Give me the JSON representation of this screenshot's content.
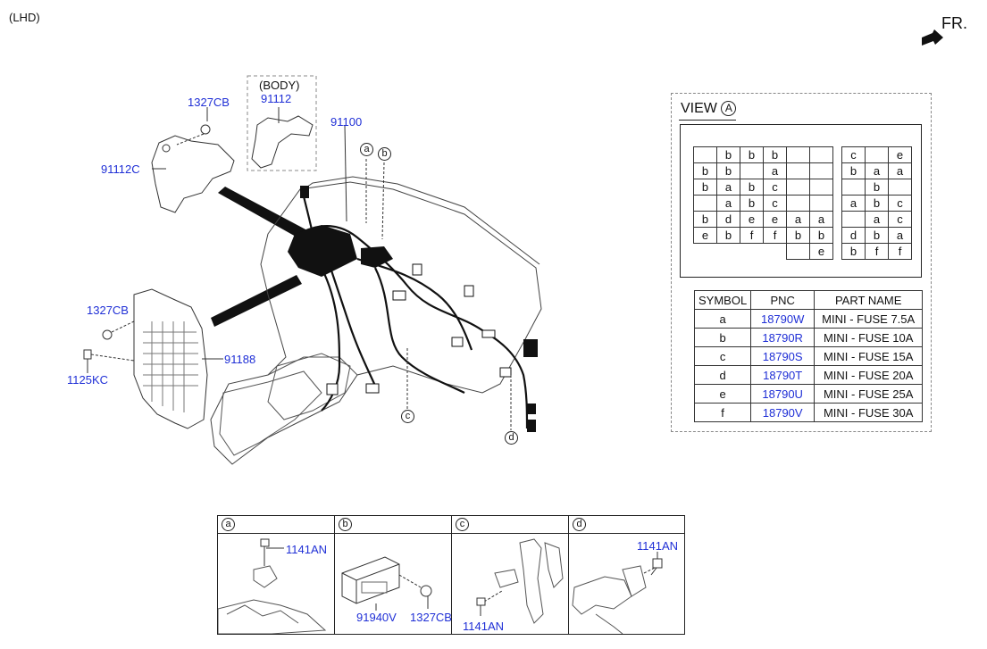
{
  "header": {
    "lhd": "(LHD)",
    "front": "FR."
  },
  "labels": {
    "body": "(BODY)",
    "p91112": "91112",
    "p1327cb_top": "1327CB",
    "p91112c": "91112C",
    "p91100": "91100",
    "p1327cb_mid": "1327CB",
    "p91188": "91188",
    "p1125kc": "1125KC",
    "callout_a": "a",
    "callout_b": "b",
    "callout_c": "c",
    "callout_d": "d"
  },
  "view": {
    "title": "VIEW",
    "marker": "A",
    "grid_left": [
      [
        "",
        "b",
        "b",
        "b",
        "",
        ""
      ],
      [
        "b",
        "b",
        "",
        "a",
        "",
        ""
      ],
      [
        "b",
        "a",
        "b",
        "c",
        "",
        ""
      ],
      [
        "",
        "a",
        "b",
        "c",
        "",
        ""
      ],
      [
        "b",
        "d",
        "e",
        "e",
        "a",
        "a"
      ],
      [
        "e",
        "b",
        "f",
        "f",
        "b",
        "b"
      ],
      [
        "",
        "",
        "",
        "",
        "",
        "e"
      ]
    ],
    "grid_right": [
      [
        "c",
        "",
        "e"
      ],
      [
        "b",
        "a",
        "a"
      ],
      [
        "",
        "b",
        ""
      ],
      [
        "a",
        "b",
        "c"
      ],
      [
        "",
        "a",
        "c"
      ],
      [
        "d",
        "b",
        "a"
      ],
      [
        "b",
        "f",
        "f"
      ]
    ],
    "table_headers": [
      "SYMBOL",
      "PNC",
      "PART NAME"
    ],
    "table_rows": [
      {
        "symbol": "a",
        "pnc": "18790W",
        "name": "MINI - FUSE 7.5A"
      },
      {
        "symbol": "b",
        "pnc": "18790R",
        "name": "MINI - FUSE 10A"
      },
      {
        "symbol": "c",
        "pnc": "18790S",
        "name": "MINI - FUSE 15A"
      },
      {
        "symbol": "d",
        "pnc": "18790T",
        "name": "MINI - FUSE 20A"
      },
      {
        "symbol": "e",
        "pnc": "18790U",
        "name": "MINI - FUSE 25A"
      },
      {
        "symbol": "f",
        "pnc": "18790V",
        "name": "MINI - FUSE 30A"
      }
    ]
  },
  "details": {
    "a": {
      "marker": "a",
      "part1": "1141AN"
    },
    "b": {
      "marker": "b",
      "part1": "91940V",
      "part2": "1327CB"
    },
    "c": {
      "marker": "c",
      "part1": "1141AN"
    },
    "d": {
      "marker": "d",
      "part1": "1141AN"
    }
  }
}
